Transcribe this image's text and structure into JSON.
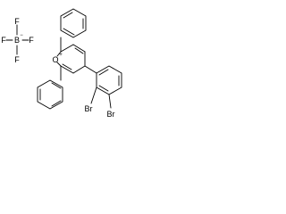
{
  "molecule": {
    "atoms": {
      "boron": "B",
      "boron_charge": "−",
      "fluorine": "F",
      "oxygen": "O",
      "oxygen_charge": "+",
      "bromine_upper": "Br",
      "bromine_lower": "Br"
    },
    "colors": {
      "bond": "#000000",
      "label": "#000000",
      "background": "#ffffff"
    }
  }
}
